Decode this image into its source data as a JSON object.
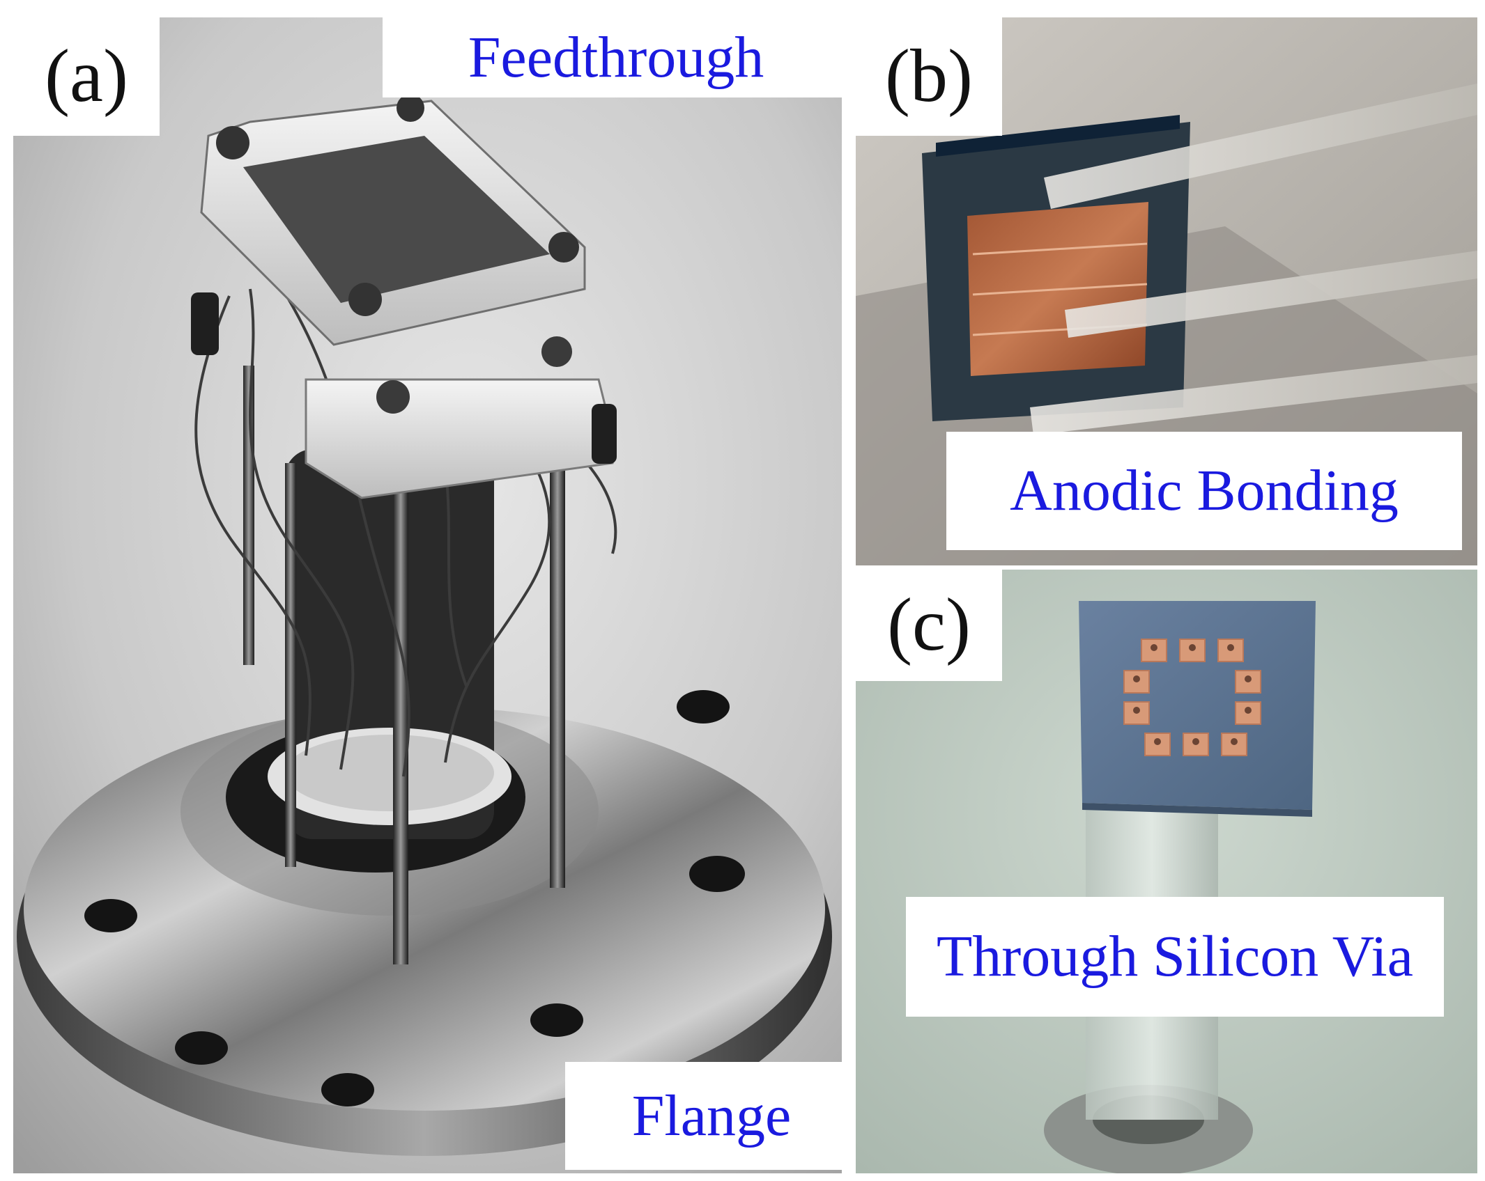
{
  "panels": {
    "a": {
      "letter": "(a)",
      "top_label": "Feedthrough",
      "bottom_label": "Flange"
    },
    "b": {
      "letter": "(b)",
      "label": "Anodic Bonding"
    },
    "c": {
      "letter": "(c)",
      "label": "Through Silicon Via"
    }
  },
  "colors": {
    "caption_text": "#1a1adf",
    "letter_text": "#111111",
    "chip_blue": "#5b7390",
    "pad_copper": "#d89a78",
    "bonded_copper": "#b8663e"
  }
}
